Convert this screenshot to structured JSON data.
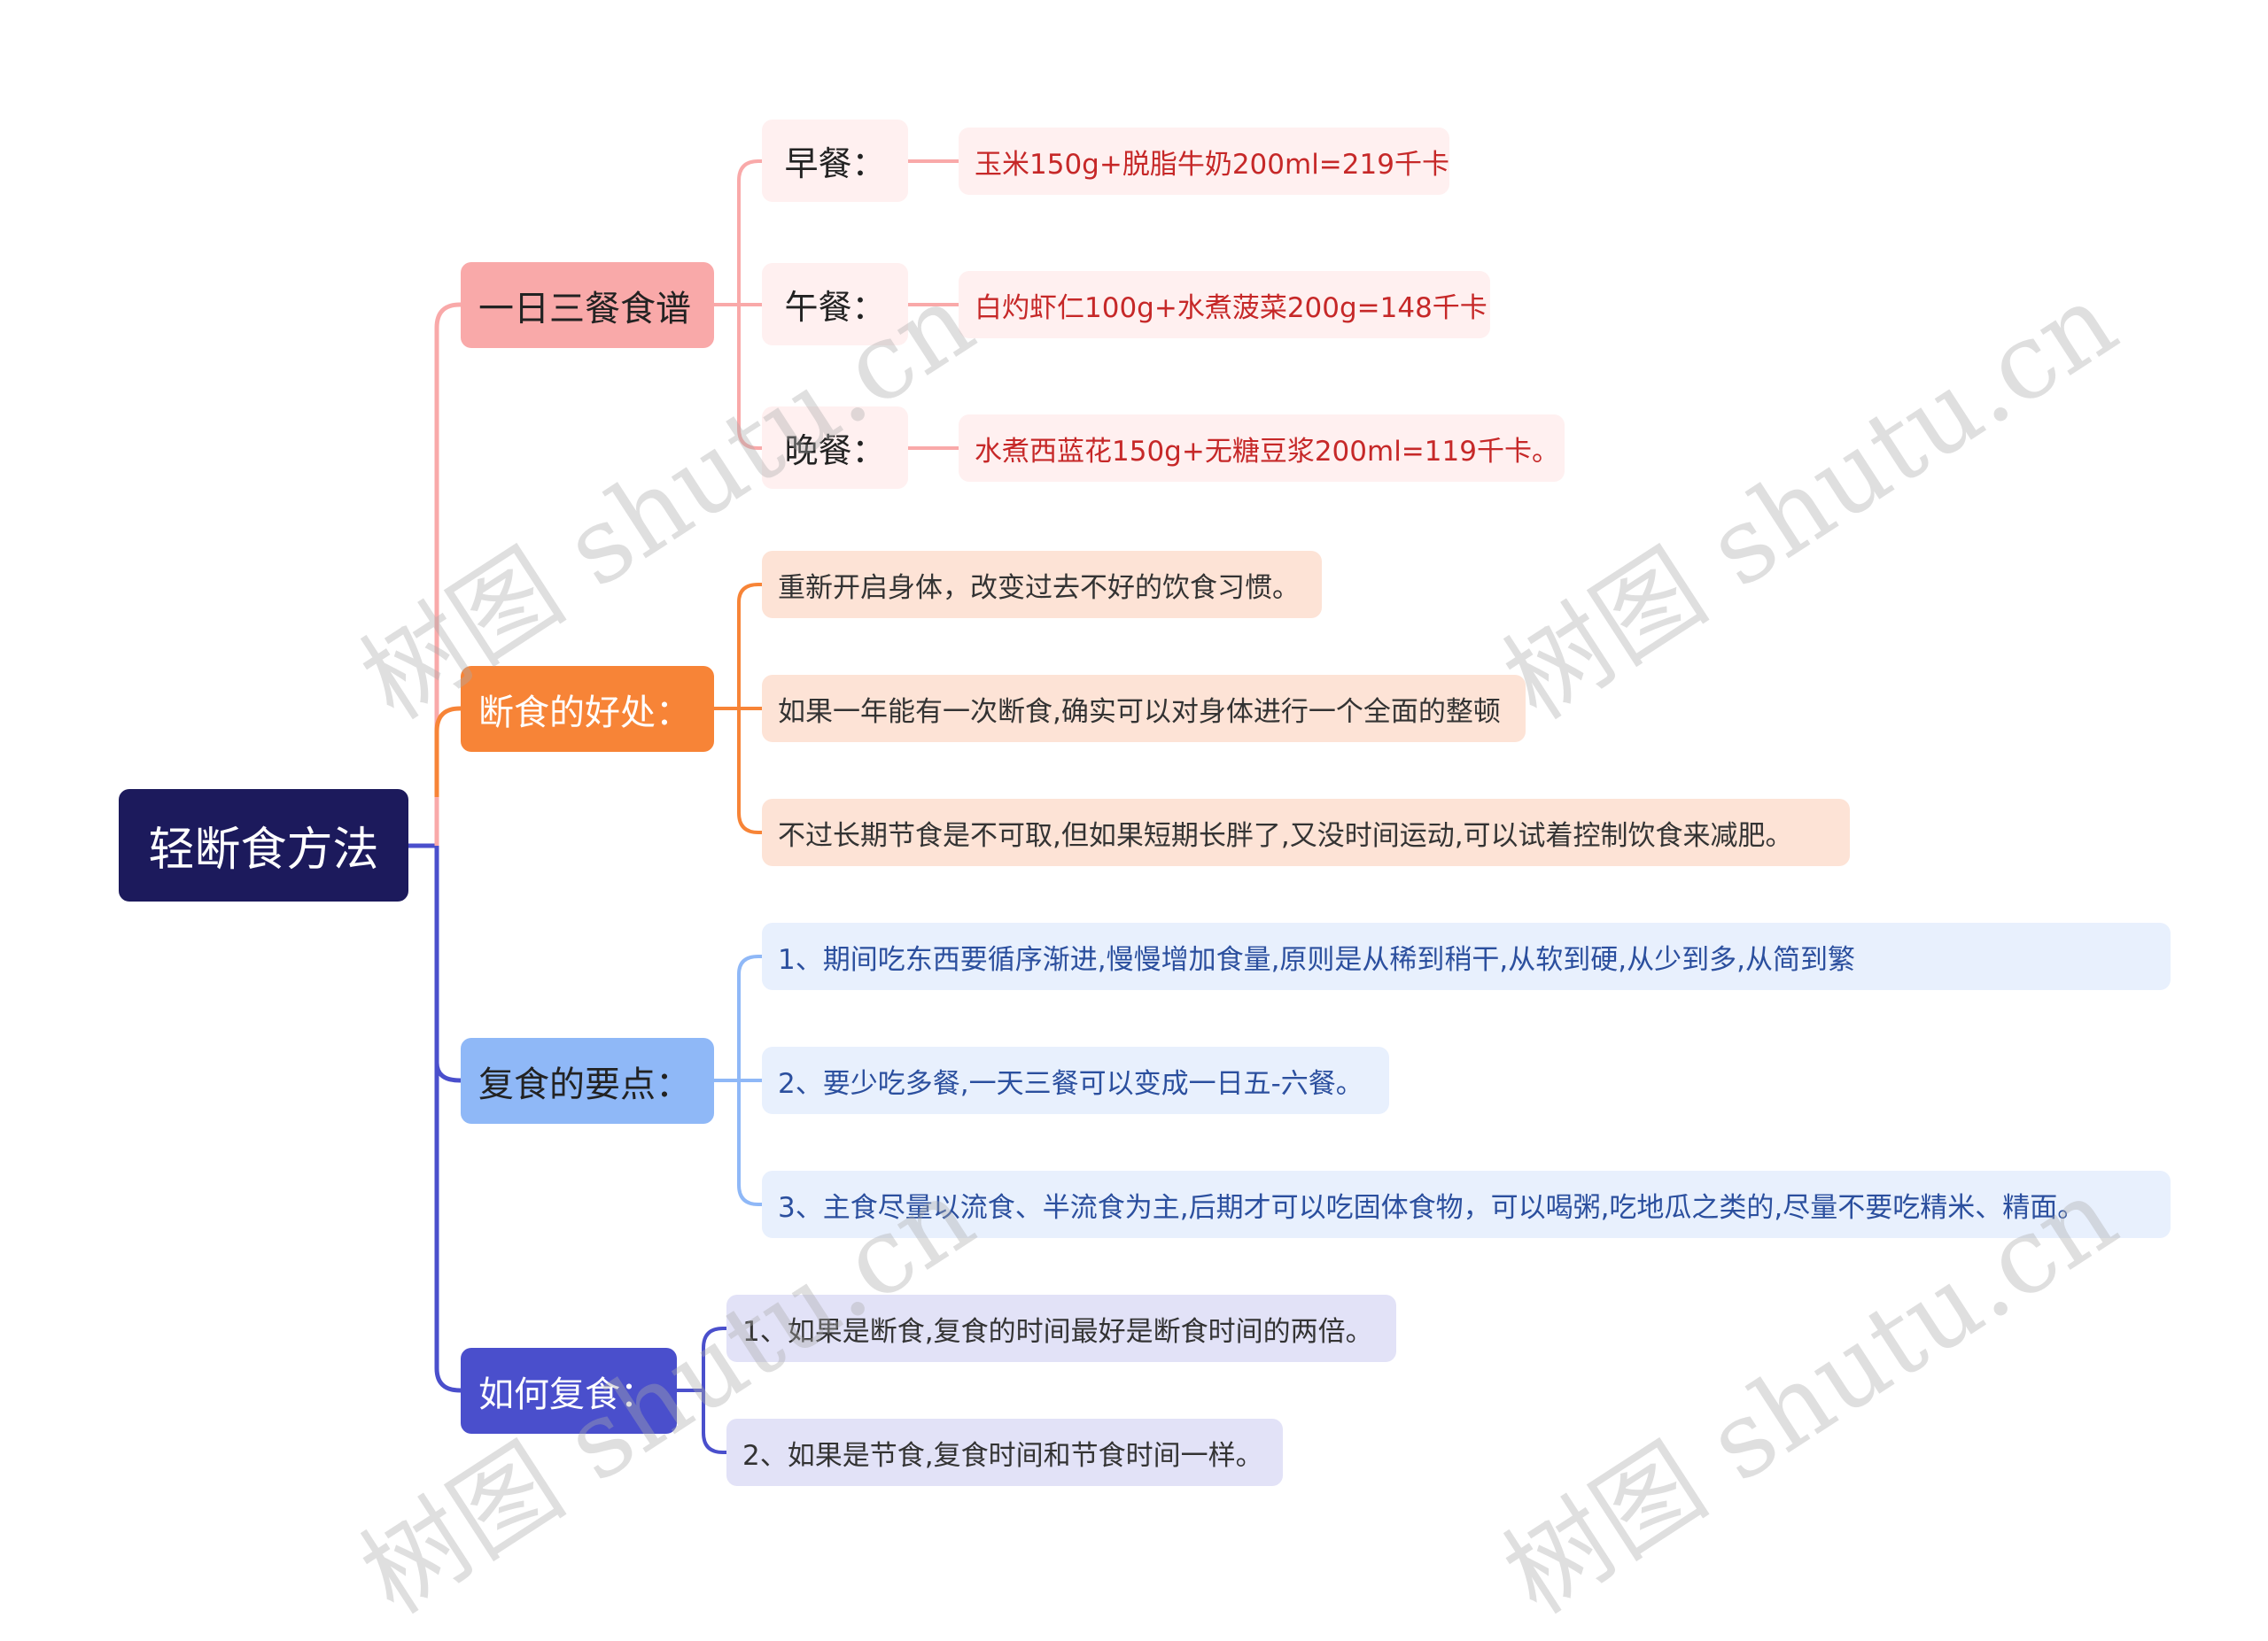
{
  "root": "轻断食方法",
  "branches": [
    {
      "title": "一日三餐食谱",
      "color": "#f9a9a9",
      "meals": [
        {
          "label": "早餐：",
          "value": "玉米150g+脱脂牛奶200ml=219千卡"
        },
        {
          "label": "午餐：",
          "value": "白灼虾仁100g+水煮菠菜200g=148千卡"
        },
        {
          "label": "晚餐：",
          "value": "水煮西蓝花150g+无糖豆浆200ml=119千卡。"
        }
      ]
    },
    {
      "title": "断食的好处：",
      "color": "#f78437",
      "items": [
        "重新开启身体，改变过去不好的饮食习惯。",
        "如果一年能有一次断食,确实可以对身体进行一个全面的整顿",
        "不过长期节食是不可取,但如果短期长胖了,又没时间运动,可以试着控制饮食来减肥。"
      ]
    },
    {
      "title": "复食的要点：",
      "color": "#8fb8f7",
      "items": [
        "1、期间吃东西要循序渐进,慢慢增加食量,原则是从稀到稍干,从软到硬,从少到多,从简到繁",
        "2、要少吃多餐,一天三餐可以变成一日五-六餐。",
        "3、主食尽量以流食、半流食为主,后期才可以吃固体食物，可以喝粥,吃地瓜之类的,尽量不要吃精米、精面。"
      ]
    },
    {
      "title": "如何复食：",
      "color": "#4a4fcc",
      "items": [
        "1、如果是断食,复食的时间最好是断食时间的两倍。",
        "2、如果是节食,复食时间和节食时间一样。"
      ]
    }
  ],
  "watermark": "树图 shutu.cn"
}
